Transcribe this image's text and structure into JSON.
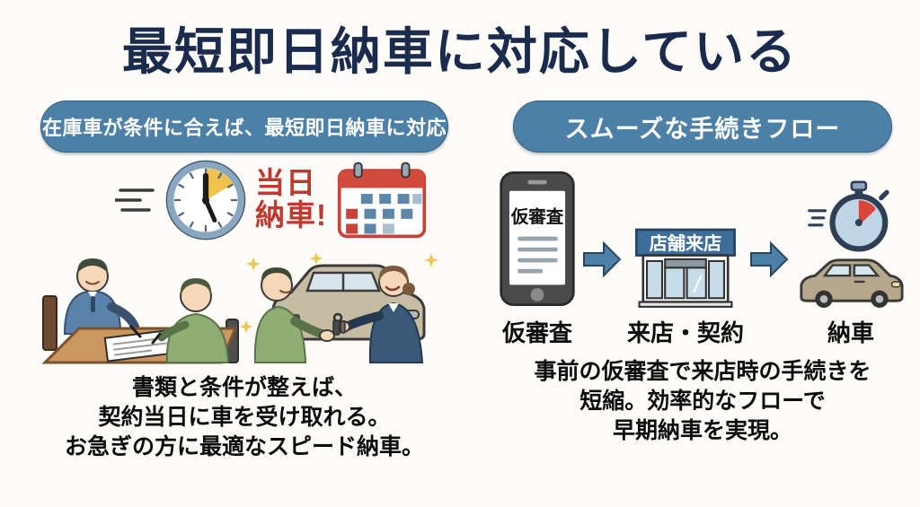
{
  "page": {
    "title": "最短即日納車に対応している"
  },
  "left_panel": {
    "header": "在庫車が条件に合えば、最短即日納車に対応",
    "badge": {
      "line1": "当日",
      "line2": "納車!"
    },
    "description": [
      "書類と条件が整えば、",
      "契約当日に車を受け取れる。",
      "お急ぎの方に最適なスピード納車。"
    ]
  },
  "right_panel": {
    "header": "スムーズな手続きフロー",
    "phone_screen_label": "仮審査",
    "store_sign": "店舗来店",
    "steps": [
      {
        "label": "仮審査"
      },
      {
        "label": "来店・契約"
      },
      {
        "label": "納車"
      }
    ],
    "description": [
      "事前の仮審査で来店時の手続きを",
      "短縮。効率的なフローで",
      "早期納車を実現。"
    ]
  },
  "colors": {
    "title_navy": "#1B2B4D",
    "pill_blue": "#4D80A6",
    "accent_red": "#C0392F",
    "accent_yellow": "#F2C14E",
    "sign_blue": "#3D6E99",
    "background": "#FDFCF8"
  }
}
